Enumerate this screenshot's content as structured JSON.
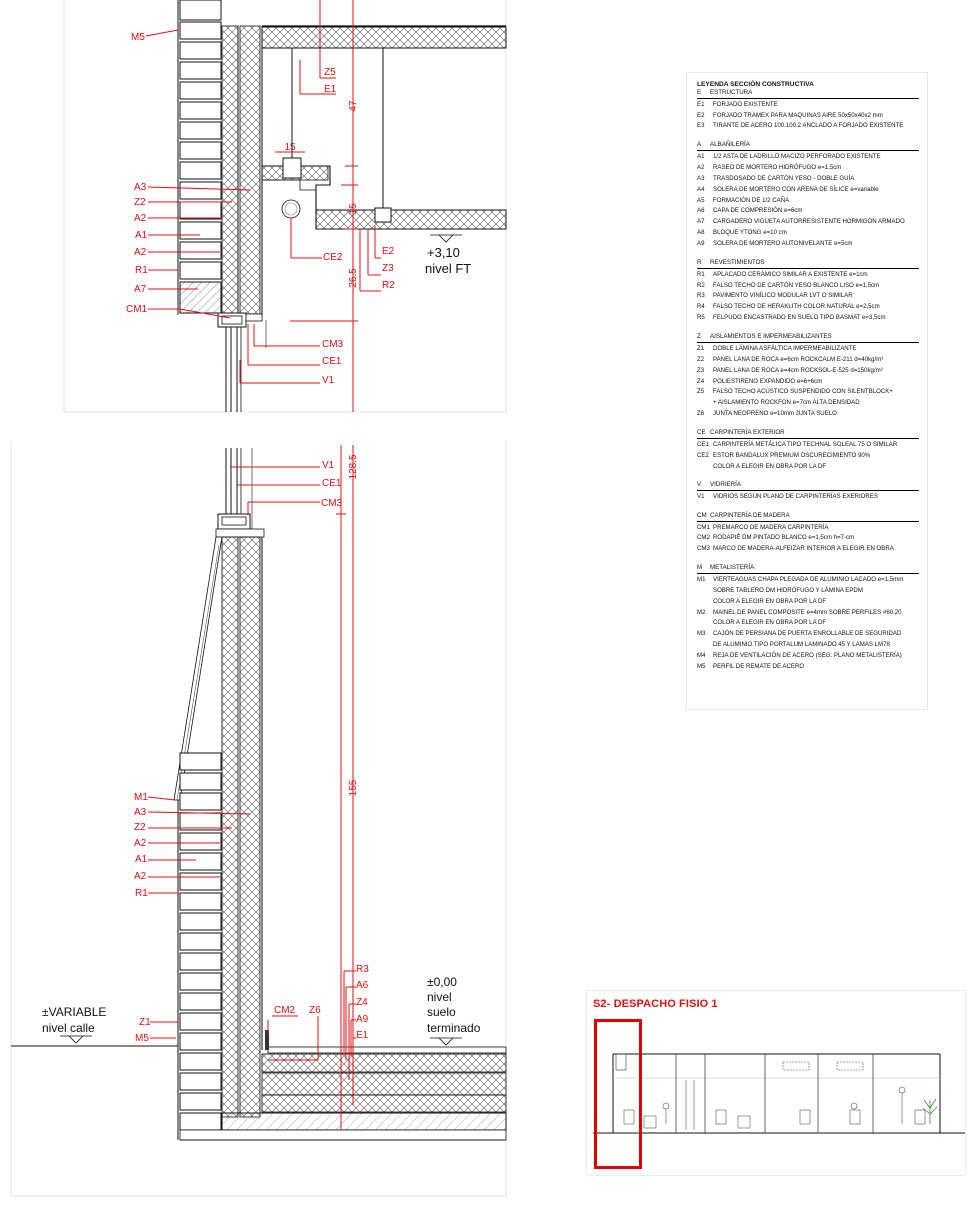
{
  "colors": {
    "tag": "#e01010",
    "line": "#111111",
    "hatch": "#555555",
    "dim": "#e01010",
    "highlight": "#e00000"
  },
  "upper_tags_left": [
    "M5",
    "A3",
    "Z2",
    "A2",
    "A1",
    "A2",
    "R1",
    "A7",
    "CM1"
  ],
  "upper_tags_right": [
    "Z5",
    "E1",
    "CE2",
    "E2",
    "Z3",
    "R2",
    "CM3",
    "CE1",
    "V1"
  ],
  "upper_dims": {
    "d47": "47",
    "d15a": "15",
    "d15b": "15",
    "d26_5": "26.5"
  },
  "upper_level": {
    "value": "+3,10",
    "label": "nivel FT"
  },
  "lower_tags_top_right": [
    "V1",
    "CE1",
    "CM3"
  ],
  "lower_dims": {
    "d128_5": "128.5",
    "d155": "155"
  },
  "lower_tags_left": [
    "M1",
    "A3",
    "Z2",
    "A2",
    "A1",
    "A2",
    "R1"
  ],
  "lower_tags_base_right": [
    "R3",
    "A6",
    "Z4",
    "A9",
    "E1"
  ],
  "lower_tags_floor": [
    "CM2",
    "Z6"
  ],
  "lower_tags_street": [
    "Z1",
    "M5"
  ],
  "street_level": {
    "value": "±VARIABLE",
    "label": "nivel calle"
  },
  "floor_level": {
    "value": "±0,00",
    "label1": "nivel",
    "label2": "suelo",
    "label3": "terminado"
  },
  "legend": {
    "title": "LEYENDA SECCIÓN CONSTRUCTIVA",
    "sections": [
      {
        "code": "E",
        "name": "ESTRUCTURA",
        "items": [
          {
            "code": "E1",
            "text": "FORJADO EXISTENTE"
          },
          {
            "code": "E2",
            "text": "FORJADO TRAMEX PARA MAQUINAS AIRE 50x50x40x2 mm"
          },
          {
            "code": "E3",
            "text": "TIRANTE DE ACERO 100.100.2 ANCLADO A FORJADO EXISTENTE"
          }
        ]
      },
      {
        "code": "A",
        "name": "ALBAÑILERÍA",
        "items": [
          {
            "code": "A1",
            "text": "1/2 ASTA DE LADRILLO MACIZO PERFORADO EXISTENTE"
          },
          {
            "code": "A2",
            "text": "RASEO DE MORTERO HIDRÓFUGO e=1,5cm"
          },
          {
            "code": "A3",
            "text": "TRASDOSADO DE CARTÓN YESO - DOBLE GUÍA"
          },
          {
            "code": "A4",
            "text": "SOLERA DE MORTERO CON ARENA DE SÍLICE e=variable"
          },
          {
            "code": "A5",
            "text": "FORMACIÓN DE 1/2 CAÑA"
          },
          {
            "code": "A6",
            "text": "CAPA DE COMPRESIÓN e=6cm"
          },
          {
            "code": "A7",
            "text": "CARGADERO VIGUETA AUTORRESISTENTE HORMIGÓN ARMADO"
          },
          {
            "code": "A8",
            "text": "BLOQUE YTONG e=10 cm"
          },
          {
            "code": "A9",
            "text": "SOLERA DE MORTERO AUTONIVELANTE e=5cm"
          }
        ]
      },
      {
        "code": "R",
        "name": "REVESTIMIENTOS",
        "items": [
          {
            "code": "R1",
            "text": "APLACADO CERÁMICO SIMILAR A EXISTENTE e=1cm"
          },
          {
            "code": "R2",
            "text": "FALSO TECHO DE CARTÓN YESO BLANCO LISO e=1,5cm"
          },
          {
            "code": "R3",
            "text": "PAVIMENTO VINÍLICO MODULAR LVT O SIMILAR"
          },
          {
            "code": "R4",
            "text": "FALSO TECHO DE HERAKLITH COLOR NATURAL e=2,5cm"
          },
          {
            "code": "R5",
            "text": "FELPUDO ENCASTRADO EN SUELO TIPO BASMAT e=3,5cm"
          }
        ]
      },
      {
        "code": "Z",
        "name": "AISLAMIENTOS E IMPERMEABILIZANTES",
        "items": [
          {
            "code": "Z1",
            "text": "DOBLE LÁMINA ASFÁLTICA IMPERMEABILIZANTE"
          },
          {
            "code": "Z2",
            "text": "PANEL LANA DE ROCA e=6cm ROCKCALM E-211 d=40kg/m³"
          },
          {
            "code": "Z3",
            "text": "PANEL LANA DE ROCA e=4cm ROCKSOL-E-525 d=150kg/m³"
          },
          {
            "code": "Z4",
            "text": "POLIESTIRENO EXPANDIDO e=6+6cm"
          },
          {
            "code": "Z5",
            "text": "FALSO TECHO ACÚSTICO SUSPENDIDO CON SILENTBLOCK+"
          },
          {
            "code": "",
            "text": "+ AISLAMIENTO ROCKFON e=7cm ALTA DENSIDAD"
          },
          {
            "code": "Z6",
            "text": "JUNTA NEOPRENO e=10mm JUNTA SUELO"
          }
        ]
      },
      {
        "code": "CE",
        "name": "CARPINTERÍA EXTERIOR",
        "items": [
          {
            "code": "CE1",
            "text": "CARPINTERÍA METÁLICA TIPO TECHNAL SOLEAL 75 O SIMILAR"
          },
          {
            "code": "CE2",
            "text": "ESTOR BANDALUX PREMIUM OSCURECIMIENTO 90%"
          },
          {
            "code": "",
            "text": "COLOR A ELEGIR EN OBRA POR LA DF"
          }
        ]
      },
      {
        "code": "V",
        "name": "VIDRIERÍA",
        "items": [
          {
            "code": "V1",
            "text": "VIDRIOS SEGÚN PLANO DE CARPINTERÍAS EXERIORES"
          }
        ]
      },
      {
        "code": "CM",
        "name": "CARPINTERÍA DE MADERA",
        "items": [
          {
            "code": "CM1",
            "text": "PREMARCO DE MADERA CARPINTERÍA"
          },
          {
            "code": "CM2",
            "text": "RODAPIÉ DM PINTADO BLANCO e=1,5cm h=7-cm"
          },
          {
            "code": "CM3",
            "text": "MARCO DE MADERA-ALFEIZAR INTERIOR A ELEGIR EN OBRA"
          }
        ]
      },
      {
        "code": "M",
        "name": "METALISTERÍA",
        "items": [
          {
            "code": "M1",
            "text": "VIERTEAGUAS CHAPA PLEGADA DE ALUMINIO LACADO e=1,5mm"
          },
          {
            "code": "",
            "text": "SOBRE TABLERO DM HIDRÓFUGO Y LÁMINA EPDM"
          },
          {
            "code": "",
            "text": "COLOR A ELEGIR EN OBRA POR LA DF"
          },
          {
            "code": "M2",
            "text": "MAINEL DE PANEL COMPOSITE e=4mm SOBRE PERFILES #60.20"
          },
          {
            "code": "",
            "text": "COLOR A ELEGIR EN OBRA POR LA DF"
          },
          {
            "code": "M3",
            "text": "CAJÓN DE PERSIANA DE PUERTA ENROLLABLE DE SEGURIDAD"
          },
          {
            "code": "",
            "text": "DE ALUMINIO TIPO PORTALUM LAMINADO 45 Y LAMAS LM78"
          },
          {
            "code": "M4",
            "text": "REJA DE VENTILACIÓN DE ACERO (SEG. PLANO METALISTERÍA)"
          },
          {
            "code": "M5",
            "text": "PERFIL DE REMATE DE ACERO"
          }
        ]
      }
    ]
  },
  "key_section": {
    "title": "S2- DESPACHO FISIO 1"
  }
}
